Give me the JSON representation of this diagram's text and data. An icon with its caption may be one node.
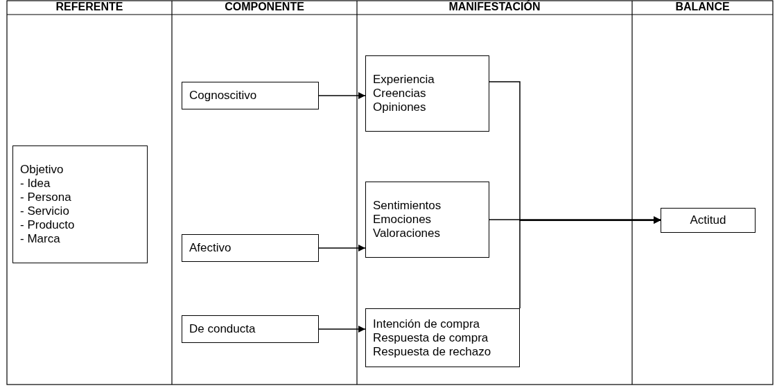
{
  "diagram": {
    "nodes": [
      {
        "text": [
          "Objetivo",
          "- Idea",
          "- Persona",
          "- Servicio",
          "- Producto",
          "- Marca"
        ]
      },
      {
        "text": [
          "Cognoscitivo"
        ]
      },
      {
        "text": [
          "Afectivo"
        ]
      },
      {
        "text": [
          "De conducta"
        ]
      },
      {
        "text": [
          "Experiencia",
          "Creencias",
          "Opiniones"
        ]
      },
      {
        "text": [
          "Sentimientos",
          "Emociones",
          "Valoraciones"
        ]
      },
      {
        "text": [
          "Intención de compra",
          "Respuesta de compra",
          "Respuesta de rechazo"
        ]
      },
      {
        "text": [
          "Actitud"
        ]
      }
    ],
    "edges": [
      {
        "from": 1,
        "to": 4,
        "arrow": "to"
      },
      {
        "from": 2,
        "to": 5,
        "arrow": "to"
      },
      {
        "from": 3,
        "to": 6,
        "arrow": "to"
      },
      {
        "from": 4,
        "to": 7,
        "arrow": "to"
      },
      {
        "from": 5,
        "to": 7,
        "arrow": "to"
      },
      {
        "from": 6,
        "to": 7,
        "arrow": "to"
      }
    ],
    "labels": [
      "REFERENTE",
      "COMPONENTE",
      "MANIFESTACIÓN",
      "BALANCE"
    ]
  }
}
